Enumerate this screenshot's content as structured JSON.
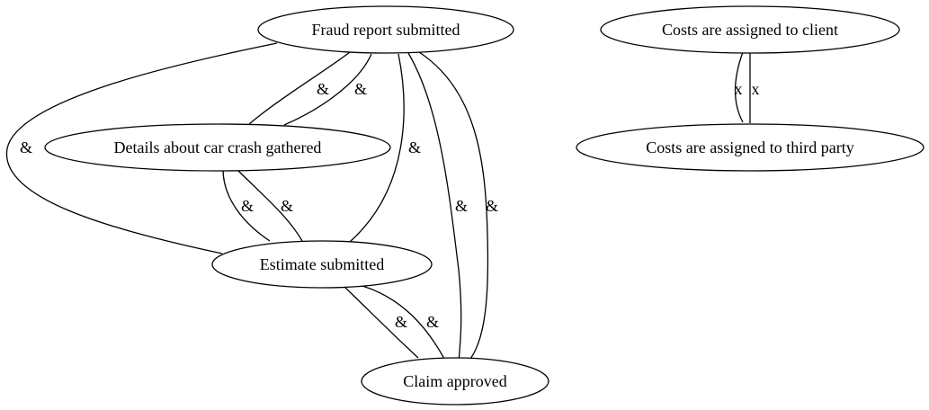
{
  "diagram": {
    "nodes": {
      "fraud": "Fraud report submitted",
      "details": "Details about car crash gathered",
      "estimate": "Estimate submitted",
      "claim": "Claim approved",
      "client": "Costs are assigned to client",
      "third": "Costs are assigned to third party"
    },
    "edges": [
      {
        "from": "fraud",
        "to": "estimate",
        "label": "&"
      },
      {
        "from": "fraud",
        "to": "details",
        "label": "&"
      },
      {
        "from": "fraud",
        "to": "details",
        "label": "&"
      },
      {
        "from": "fraud",
        "to": "estimate",
        "label": "&"
      },
      {
        "from": "fraud",
        "to": "claim",
        "label": "&"
      },
      {
        "from": "fraud",
        "to": "claim",
        "label": "&"
      },
      {
        "from": "details",
        "to": "estimate",
        "label": "&"
      },
      {
        "from": "details",
        "to": "estimate",
        "label": "&"
      },
      {
        "from": "estimate",
        "to": "claim",
        "label": "&"
      },
      {
        "from": "estimate",
        "to": "claim",
        "label": "&"
      },
      {
        "from": "client",
        "to": "third",
        "label": "x"
      },
      {
        "from": "client",
        "to": "third",
        "label": "x"
      }
    ]
  }
}
